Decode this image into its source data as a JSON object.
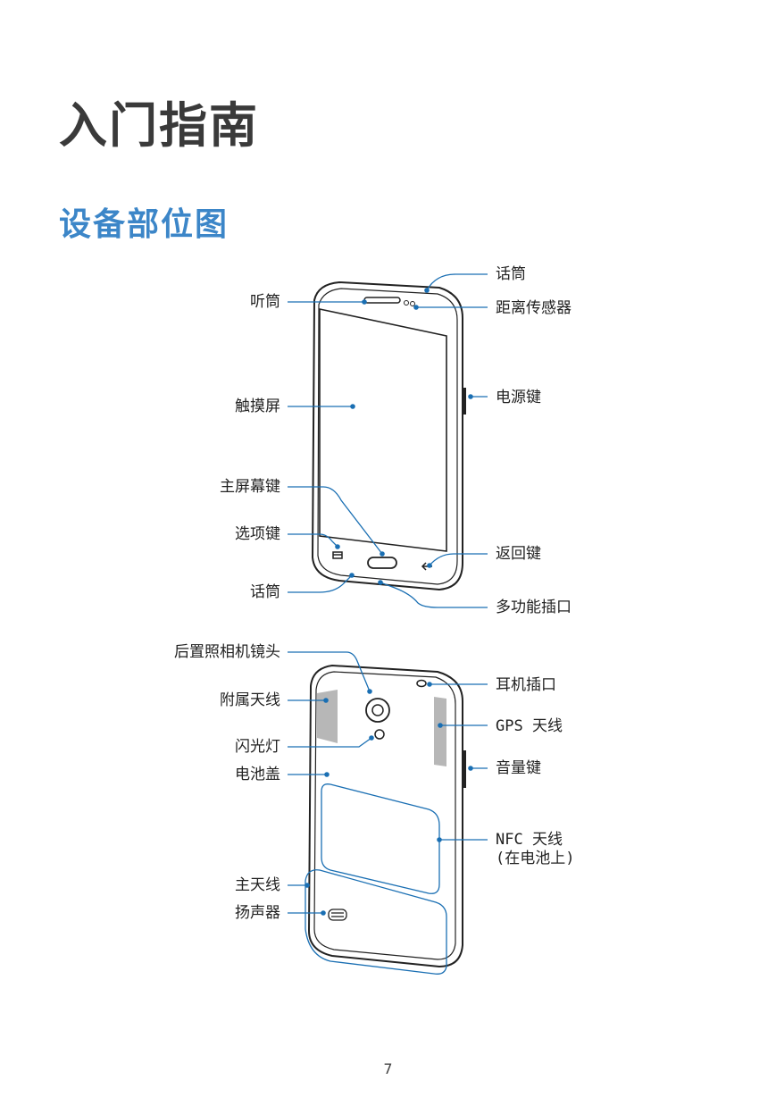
{
  "chapter": {
    "title": "入门指南"
  },
  "section": {
    "title": "设备部位图"
  },
  "front": {
    "labels": {
      "mic_top": "话筒",
      "earpiece": "听筒",
      "proximity_sensor": "距离传感器",
      "touchscreen": "触摸屏",
      "power_key": "电源键",
      "home_key": "主屏幕键",
      "menu_key": "选项键",
      "back_key": "返回键",
      "mic_bottom": "话筒",
      "multipurpose_jack": "多功能插口"
    }
  },
  "back": {
    "labels": {
      "rear_camera": "后置照相机镜头",
      "headset_jack": "耳机插口",
      "sub_antenna": "附属天线",
      "gps_antenna": "GPS 天线",
      "flash": "闪光灯",
      "back_cover": "电池盖",
      "volume_key": "音量键",
      "nfc_antenna": "NFC 天线\n(在电池上)",
      "main_antenna": "主天线",
      "speaker": "扬声器"
    }
  },
  "colors": {
    "leader": "#1a6fb3",
    "accent": "#3c86c8",
    "outline": "#222222",
    "antenna": "#b7b7b7"
  },
  "page": {
    "number": "7"
  }
}
